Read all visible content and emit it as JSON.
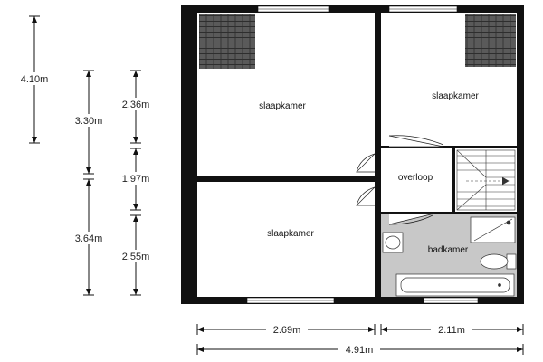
{
  "colors": {
    "wall": "#111111",
    "floor": "#ffffff",
    "bathroom_floor": "#c8c8c8",
    "roof_window": "#5a5a5a",
    "dimension_line": "#111111"
  },
  "rooms": {
    "bedroom_top_left": "slaapkamer",
    "bedroom_top_right": "slaapkamer",
    "bedroom_bottom_left": "slaapkamer",
    "landing": "overloop",
    "bathroom": "badkamer"
  },
  "dimensions": {
    "total_height": "4.10m",
    "upper_height": "3.30m",
    "lower_height": "3.64m",
    "upper_room_depth": "2.36m",
    "middle_depth": "1.97m",
    "lower_room_depth": "2.55m",
    "left_width": "2.69m",
    "right_width": "2.11m",
    "total_width": "4.91m"
  },
  "icons": [
    "roof-window-icon",
    "door-swing-icon",
    "staircase-icon",
    "shower-icon",
    "toilet-icon",
    "sink-icon",
    "bathtub-icon",
    "window-icon"
  ]
}
